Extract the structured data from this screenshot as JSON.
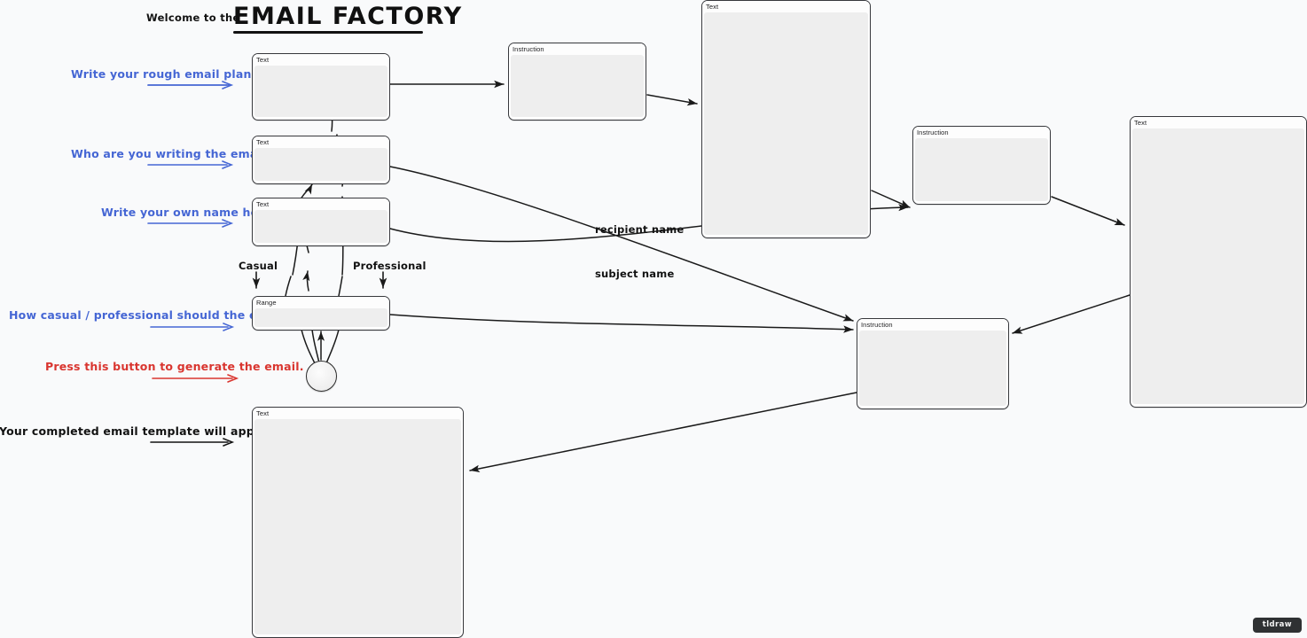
{
  "app": {
    "watermark": "tldraw",
    "background_color": "#f9fafb"
  },
  "header": {
    "welcome": "Welcome to the",
    "title": "EMAIL FACTORY"
  },
  "colors": {
    "annotation_blue": "#4566d4",
    "annotation_red": "#d9352f",
    "annotation_black": "#121212",
    "node_border": "#37383c",
    "node_body": "#eeeeee"
  },
  "annotations": [
    {
      "id": "plan",
      "text": "Write your rough email plan here.",
      "color": "blue"
    },
    {
      "id": "recipient",
      "text": "Who are you writing the email to?",
      "color": "blue"
    },
    {
      "id": "sender",
      "text": "Write your own name here.",
      "color": "blue"
    },
    {
      "id": "tone",
      "text": "How casual / professional should the email be?",
      "color": "blue"
    },
    {
      "id": "generate",
      "text": "Press this button to generate the email.",
      "color": "red"
    },
    {
      "id": "output",
      "text": "Your completed email template will appear here.",
      "color": "black"
    }
  ],
  "range_labels": {
    "low": "Casual",
    "high": "Professional"
  },
  "edge_labels": {
    "recipient_name": "recipient name",
    "subject_name": "subject name"
  },
  "nodes": [
    {
      "id": "text-plan",
      "label": "Text"
    },
    {
      "id": "text-recipient",
      "label": "Text"
    },
    {
      "id": "text-sender",
      "label": "Text"
    },
    {
      "id": "range-tone",
      "label": "Range"
    },
    {
      "id": "instruction-top",
      "label": "Instruction"
    },
    {
      "id": "text-draft",
      "label": "Text"
    },
    {
      "id": "instruction-subject",
      "label": "Instruction"
    },
    {
      "id": "text-final",
      "label": "Text"
    },
    {
      "id": "instruction-compose",
      "label": "Instruction"
    },
    {
      "id": "text-output",
      "label": "Text"
    }
  ]
}
